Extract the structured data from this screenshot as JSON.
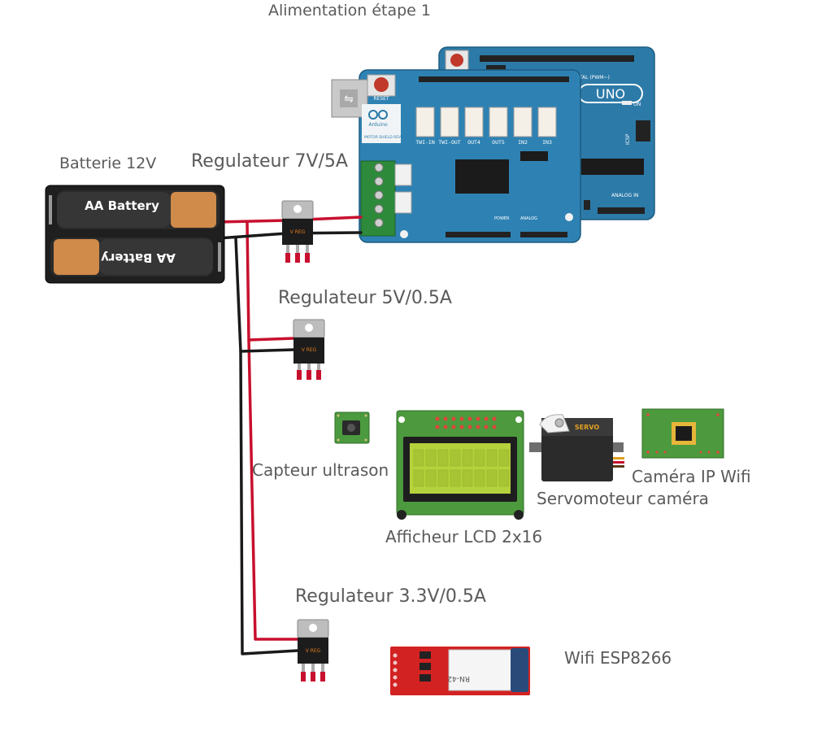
{
  "title": "Alimentation étape 1",
  "labels": {
    "battery": "Batterie 12V",
    "reg1": "Regulateur 7V/5A",
    "reg2": "Regulateur 5V/0.5A",
    "reg3": "Regulateur 3.3V/0.5A",
    "ultrasonic": "Capteur ultrason",
    "lcd": "Afficheur LCD 2x16",
    "servo": "Servomoteur caméra",
    "camera": "Caméra IP Wifi",
    "wifi": "Wifi  ESP8266"
  },
  "battery": {
    "cell_top": "AA Battery",
    "cell_bottom": "AA Battery"
  },
  "arduino": {
    "reset": "RESET",
    "brand": "Arduino",
    "shield": "MOTOR SHIELD REV3",
    "uno": "UNO",
    "on": "ON",
    "icsp": "ICSP",
    "digital": "DIGITAL (PWM~)",
    "analog_in": "ANALOG IN",
    "power": "POWER",
    "analog": "ANALOG",
    "connectors": [
      "TWI-IN",
      "TWI-OUT",
      "OUT4",
      "OUT5",
      "IN2",
      "IN3"
    ]
  },
  "regulator_mark": "V REG",
  "servo_label": "SERVO",
  "wifi_module": "RN-42",
  "colors": {
    "wire_red": "#c8102e",
    "wire_black": "#1a1a1a",
    "board_blue": "#2c7aa8",
    "pcb_green": "#5a9e46",
    "lcd_screen": "#b5d23c",
    "wifi_red": "#d32222",
    "label_gray": "#5a5a5a"
  }
}
